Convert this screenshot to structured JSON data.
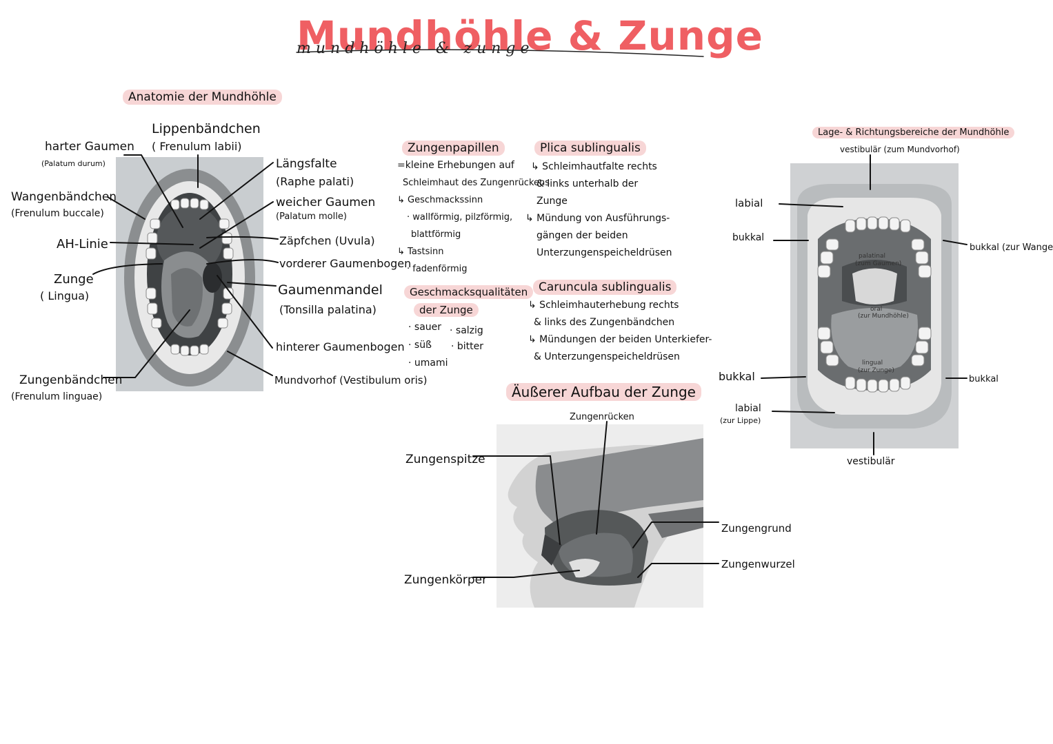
{
  "title": "Mundhöhle & Zunge",
  "title_under": "mundhöhle & zunge",
  "anatomy": {
    "heading": "Anatomie der Mundhöhle",
    "labels": {
      "lippenbaendchen": "Lippenbändchen",
      "lippenbaendchen_lat": "( Frenulum labii)",
      "harter_gaumen": "harter Gaumen",
      "harter_gaumen_lat": "(Palatum durum)",
      "wangenbaendchen": "Wangenbändchen",
      "wangenbaendchen_lat": "(Frenulum buccale)",
      "ah_linie": "AH-Linie",
      "zunge": "Zunge",
      "zunge_lat": "( Lingua)",
      "zungenbaendchen": "Zungenbändchen",
      "zungenbaendchen_lat": "(Frenulum linguae)",
      "laengsfalte": "Längsfalte",
      "laengsfalte_lat": "(Raphe palati)",
      "weicher_gaumen": "weicher Gaumen",
      "weicher_gaumen_lat": "(Palatum molle)",
      "zaepfchen": "Zäpfchen (Uvula)",
      "vorderer_gaumenbogen": "vorderer Gaumenbogen",
      "gaumenmandel": "Gaumenmandel",
      "gaumenmandel_lat": "(Tonsilla palatina)",
      "hinterer_gaumenbogen": "hinterer Gaumenbogen",
      "mundvorhof": "Mundvorhof (Vestibulum oris)"
    }
  },
  "papillen": {
    "heading": "Zungenpapillen",
    "lines": [
      "=kleine Erhebungen auf",
      "Schleimhaut des Zungenrückens",
      "↳ Geschmackssinn",
      "· wallförmig, pilzförmig,",
      "blattförmig",
      "↳ Tastsinn",
      "· fadenförmig"
    ]
  },
  "geschmack": {
    "heading_1": "Geschmacksqualitäten",
    "heading_2": "der Zunge",
    "items": [
      "· sauer",
      "· salzig",
      "· süß",
      "· bitter",
      "· umami"
    ]
  },
  "plica": {
    "heading": "Plica sublingualis",
    "lines": [
      "↳ Schleimhautfalte rechts",
      "& links unterhalb der",
      "Zunge",
      "↳ Mündung von Ausführungs-",
      "gängen der beiden",
      "Unterzungenspeicheldrüsen"
    ]
  },
  "caruncula": {
    "heading": "Caruncula sublingualis",
    "lines": [
      "↳ Schleimhauterhebung rechts",
      "& links des Zungenbändchen",
      "↳ Mündungen der beiden Unterkiefer-",
      "& Unterzungenspeicheldrüsen"
    ]
  },
  "aufbau": {
    "heading": "Äußerer Aufbau der Zunge",
    "labels": {
      "zungenruecken": "Zungenrücken",
      "zungenspitze": "Zungenspitze",
      "zungenkoerper": "Zungenkörper",
      "zungengrund": "Zungengrund",
      "zungenwurzel": "Zungenwurzel"
    }
  },
  "lage": {
    "heading": "Lage- & Richtungsbereiche der Mundhöhle",
    "labels": {
      "vestibular_top": "vestibulär (zum Mundvorhof)",
      "labial_top": "labial",
      "bukkal_left_top": "bukkal",
      "bukkal_right_top": "bukkal (zur Wange)",
      "palatinal": "palatinal",
      "palatinal_sub": "(zum Gaumen)",
      "oral": "oral",
      "oral_sub": "(zur Mundhöhle)",
      "lingual": "lingual",
      "lingual_sub": "(zur Zunge)",
      "bukkal_left_bottom": "bukkal",
      "bukkal_right_bottom": "bukkal",
      "labial_bottom": "labial",
      "labial_bottom_sub": "(zur Lippe)",
      "vestibular_bottom": "vestibulär"
    }
  }
}
